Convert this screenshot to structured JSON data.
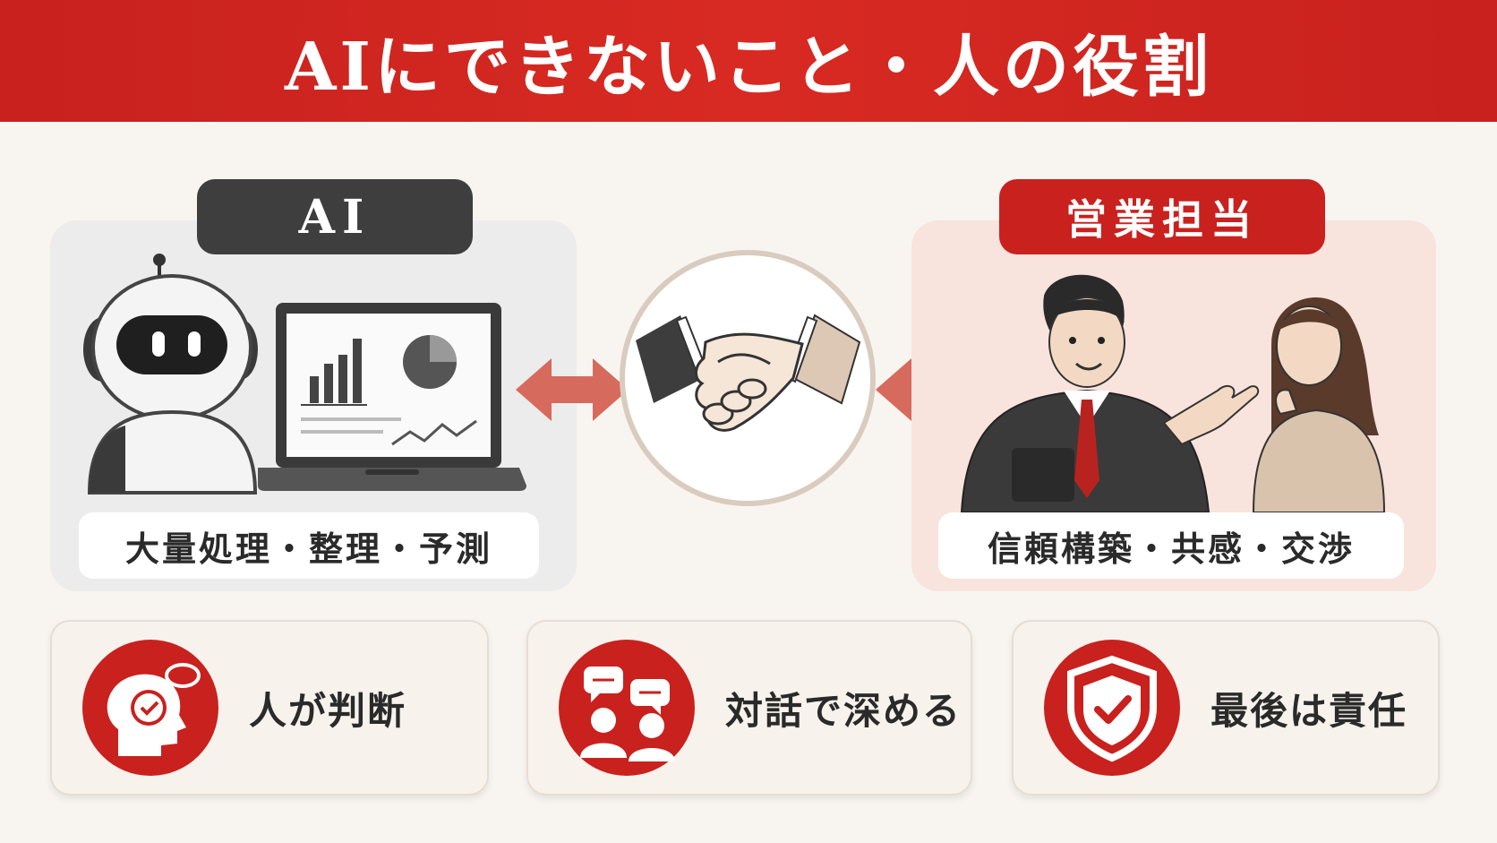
{
  "title": "AIにできないこと・人の役割",
  "ai_panel": {
    "tag": "AI",
    "caption": "大量処理・整理・予測",
    "robot_icon": "robot-icon",
    "laptop_icon": "laptop-chart-icon"
  },
  "center": {
    "icon": "handshake-icon"
  },
  "sales_panel": {
    "tag": "営業担当",
    "caption": "信頼構築・共感・交渉",
    "illustration": "salesperson-customer-illustration"
  },
  "cards": [
    {
      "label": "人が判断",
      "icon": "head-check-icon"
    },
    {
      "label": "対話で深める",
      "icon": "dialogue-people-icon"
    },
    {
      "label": "最後は責任",
      "icon": "shield-check-icon"
    }
  ],
  "colors": {
    "accent": "#c9211e",
    "dark": "#3e3e3e",
    "background": "#f8f5f1",
    "arrow": "#d66a5c"
  }
}
